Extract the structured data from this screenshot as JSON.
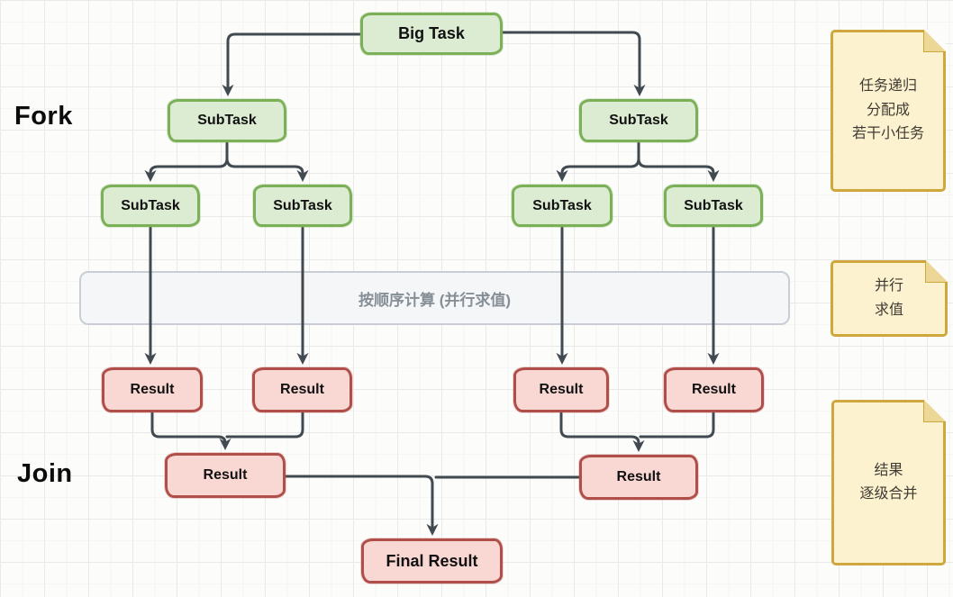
{
  "diagram": {
    "phase_labels": {
      "fork": "Fork",
      "join": "Join"
    },
    "nodes": {
      "big_task": "Big Task",
      "subtask": "SubTask",
      "result": "Result",
      "final_result": "Final Result"
    },
    "band_text": "按顺序计算 (并行求值)",
    "notes": [
      {
        "text": "任务递归\n分配成\n若干小任务"
      },
      {
        "text": "并行\n求值"
      },
      {
        "text": "结果\n逐级合并"
      }
    ],
    "colors": {
      "task_fill": "#dcecd3",
      "task_border": "#7cb058",
      "result_fill": "#f9d7d3",
      "result_border": "#b04f49",
      "band_fill": "#f4f6f8",
      "band_border": "#c9ced6",
      "band_text_color": "#868e96",
      "note_fill": "#fdf2cf",
      "note_border": "#cfa83d",
      "connector": "#414a51"
    }
  }
}
